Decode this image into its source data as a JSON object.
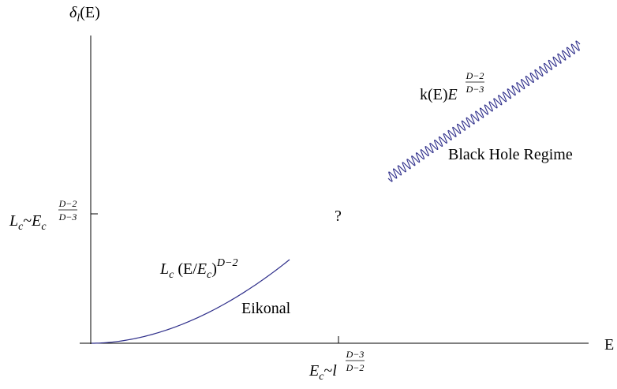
{
  "colors": {
    "curve": "#2e2e8a",
    "axis": "#000000",
    "background": "#ffffff"
  },
  "axes": {
    "y_symbol": "δ",
    "y_subscript": "l",
    "y_arg": "(E)",
    "x_label": "E"
  },
  "y_tick": {
    "base": "L",
    "base_sub": "c",
    "tilde": "~",
    "power_base": "E",
    "power_sub": "c",
    "exp_num": "D−2",
    "exp_den": "D−3"
  },
  "x_tick": {
    "base": "E",
    "base_sub": "c",
    "tilde": "~",
    "power_base": "l",
    "exp_num": "D−3",
    "exp_den": "D−2"
  },
  "question_mark": "?",
  "eikonal_formula": {
    "base": "L",
    "base_sub": "c",
    "paren_open": " (E/",
    "inner": "E",
    "inner_sub": "c",
    "paren_close": ")",
    "exponent": "D−2"
  },
  "eikonal_label": "Eikonal",
  "bh_formula": {
    "prefix": "k(E)",
    "power_base": "E",
    "exp_num": "D−2",
    "exp_den": "D−3"
  },
  "bh_label": "Black Hole Regime"
}
